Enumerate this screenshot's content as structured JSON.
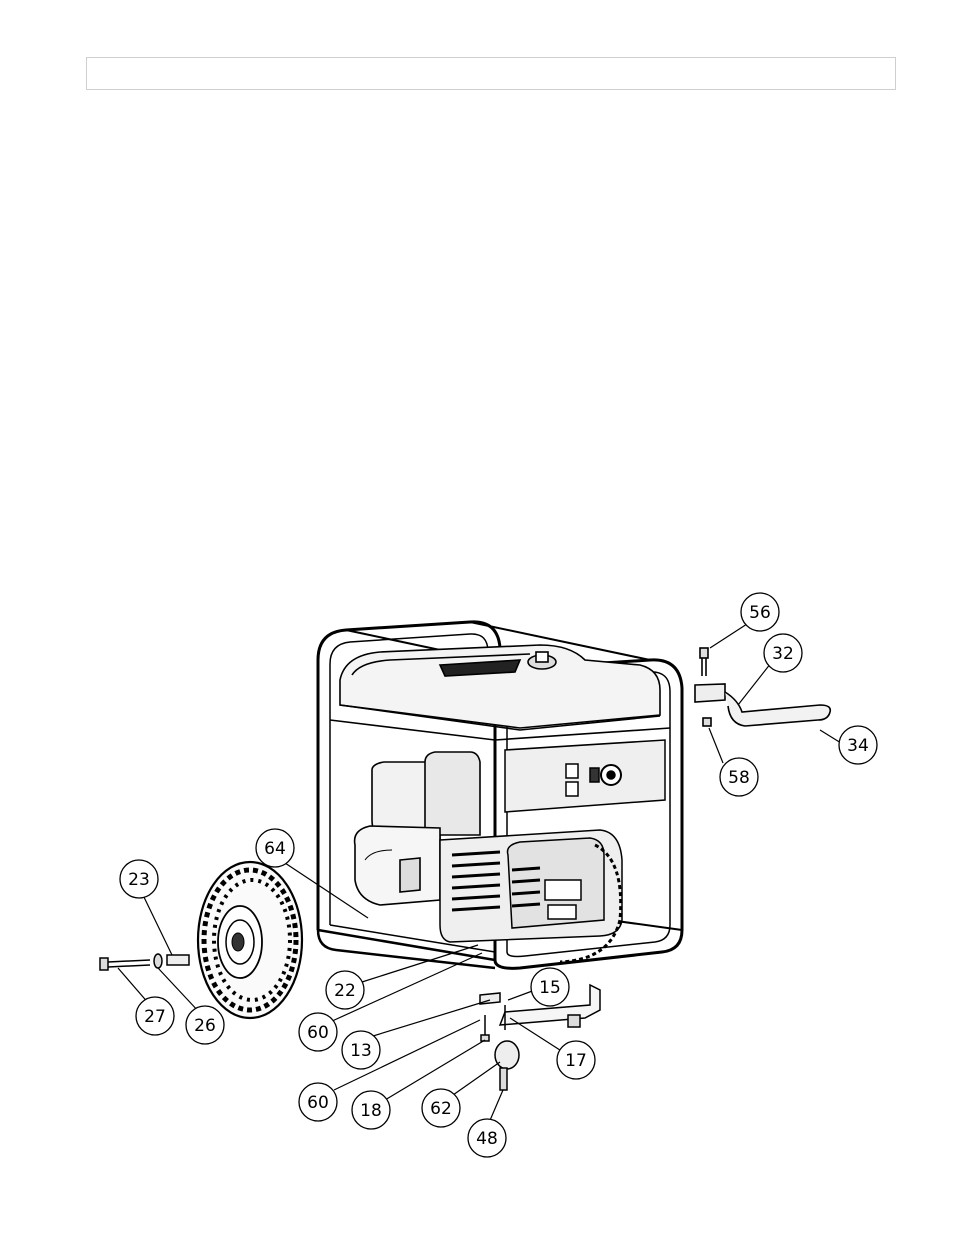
{
  "header": {
    "text": ""
  },
  "diagram": {
    "callouts": [
      {
        "id": "c56",
        "label": "56"
      },
      {
        "id": "c32",
        "label": "32"
      },
      {
        "id": "c34",
        "label": "34"
      },
      {
        "id": "c58",
        "label": "58"
      },
      {
        "id": "c64",
        "label": "64"
      },
      {
        "id": "c23",
        "label": "23"
      },
      {
        "id": "c22",
        "label": "22"
      },
      {
        "id": "c15",
        "label": "15"
      },
      {
        "id": "c60a",
        "label": "60"
      },
      {
        "id": "c13",
        "label": "13"
      },
      {
        "id": "c17",
        "label": "17"
      },
      {
        "id": "c27",
        "label": "27"
      },
      {
        "id": "c26",
        "label": "26"
      },
      {
        "id": "c60b",
        "label": "60"
      },
      {
        "id": "c18",
        "label": "18"
      },
      {
        "id": "c62",
        "label": "62"
      },
      {
        "id": "c48",
        "label": "48"
      }
    ]
  }
}
